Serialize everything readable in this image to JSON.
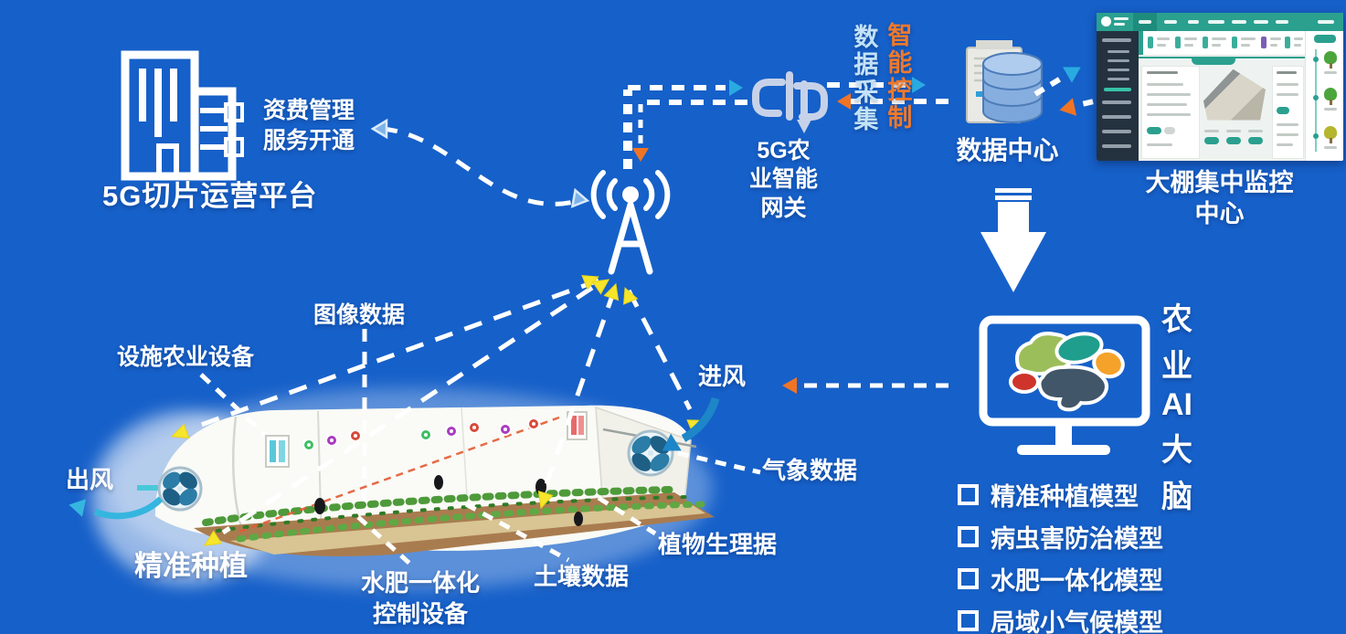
{
  "platform": {
    "title": "5G切片运营平台",
    "features": [
      "资费管理",
      "服务开通"
    ]
  },
  "gateway": {
    "lines": [
      "5G农",
      "业智能",
      "网关"
    ]
  },
  "flows": {
    "collect": "数据采集",
    "control": "智能控制"
  },
  "data_center": {
    "label": "数据中心"
  },
  "monitor_center": {
    "lines": [
      "大棚集中监控",
      "中心"
    ]
  },
  "ai_brain": {
    "label_stack": [
      "农",
      "业",
      "AI",
      "大",
      "脑"
    ],
    "models": [
      "精准种植模型",
      "病虫害防治模型",
      "水肥一体化模型",
      "局域小气候模型"
    ]
  },
  "field": {
    "image_data": "图像数据",
    "facility": "设施农业设备",
    "air_out": "出风",
    "precision": "精准种植",
    "fertigation": [
      "水肥一体化",
      "控制设备"
    ],
    "soil": "土壤数据",
    "plant": "植物生理据",
    "weather": "气象数据",
    "air_in": "进风"
  },
  "colors": {
    "background": "#1660C9",
    "collect_text": "#C3E2F8",
    "control_text": "#F0792B",
    "cyan_arrow": "#29ABE2",
    "orange_arrow": "#F07425",
    "yellow_arrow": "#F7E52C"
  }
}
